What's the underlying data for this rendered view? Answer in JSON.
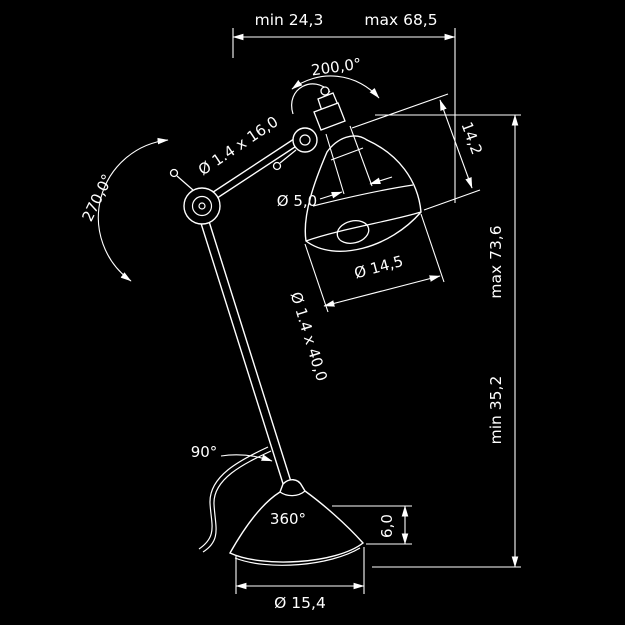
{
  "colors": {
    "background": "#000000",
    "line": "#ffffff"
  },
  "labels": {
    "top_min": "min 24,3",
    "top_max": "max 68,5",
    "head_swivel": "200,0°",
    "elbow_swivel": "270,0°",
    "upper_arm_tube": "Ø 1.4 x 16,0",
    "socket_diameter": "Ø 5,0",
    "shade_depth": "14,2",
    "shade_diameter": "Ø 14,5",
    "height_min": "min 35,2",
    "height_max": "max 73,6",
    "lower_arm_tube": "Ø 1.4 x 40,0",
    "base_tilt": "90°",
    "base_swivel": "360°",
    "base_height": "6,0",
    "base_diameter": "Ø 15,4"
  }
}
